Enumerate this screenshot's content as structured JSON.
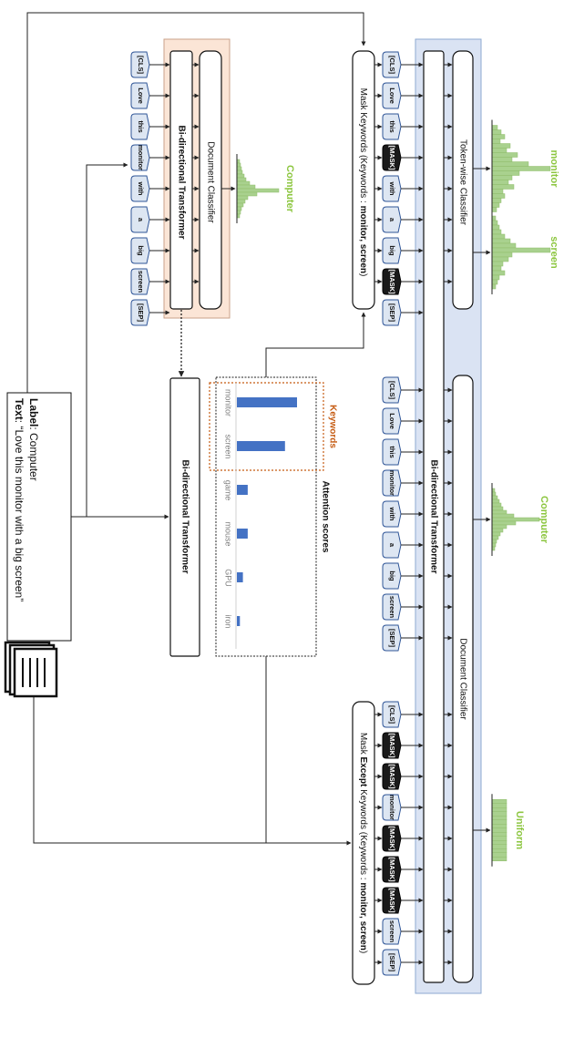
{
  "input": {
    "text_label": "Text",
    "text_value": ": “Love this monitor with a big screen”",
    "label_label": "Label",
    "label_value": ": Computer"
  },
  "tokens": {
    "sentence": [
      "[CLS]",
      "Love",
      "this",
      "monitor",
      "with",
      "a",
      "big",
      "screen",
      "[SEP]"
    ],
    "keyword_masked": [
      "[CLS]",
      "Love",
      "this",
      "[MASK]",
      "with",
      "a",
      "big",
      "[MASK]",
      "[SEP]"
    ],
    "except_masked": [
      "[CLS]",
      "[MASK]",
      "[MASK]",
      "monitor",
      "[MASK]",
      "[MASK]",
      "[MASK]",
      "screen",
      "[SEP]"
    ]
  },
  "labels": {
    "bi_directional_transformer": "Bi-directional Transformer",
    "document_classifier": "Document Classifier",
    "token_wise_classifier": "Token-wise Classifier",
    "mask_keywords_prefix": "Mask Keywords (Keywords : ",
    "mask_keywords_bold": "monitor, screen",
    "mask_keywords_suffix": ")",
    "mask_except_prefix": "Mask ",
    "mask_except_bold1": "Except",
    "mask_except_mid": " Keywords (Keywords : ",
    "mask_except_bold2": "monitor, screen",
    "mask_except_suffix": ")",
    "computer": "Computer",
    "monitor": "monitor",
    "screen": "screen",
    "uniform": "Uniform",
    "keywords": "Keywords",
    "attention_scores": "Attention scores"
  },
  "chart_data": {
    "type": "bar",
    "title": "Attention scores",
    "categories": [
      "monitor",
      "screen",
      "game",
      "mouse",
      "GPU",
      "iron"
    ],
    "values": [
      1.0,
      0.8,
      0.18,
      0.18,
      0.1,
      0.05
    ]
  },
  "colors": {
    "token_fill": "#dde6f2",
    "token_stroke": "#2f5597",
    "mask_fill": "#1a1a1a",
    "left_panel": "#fbe5d6",
    "right_panel": "#dae3f3",
    "bar": "#4472c4",
    "green": "#a9d18e",
    "green_dark": "#8cc63f",
    "orange": "#c55a11"
  }
}
